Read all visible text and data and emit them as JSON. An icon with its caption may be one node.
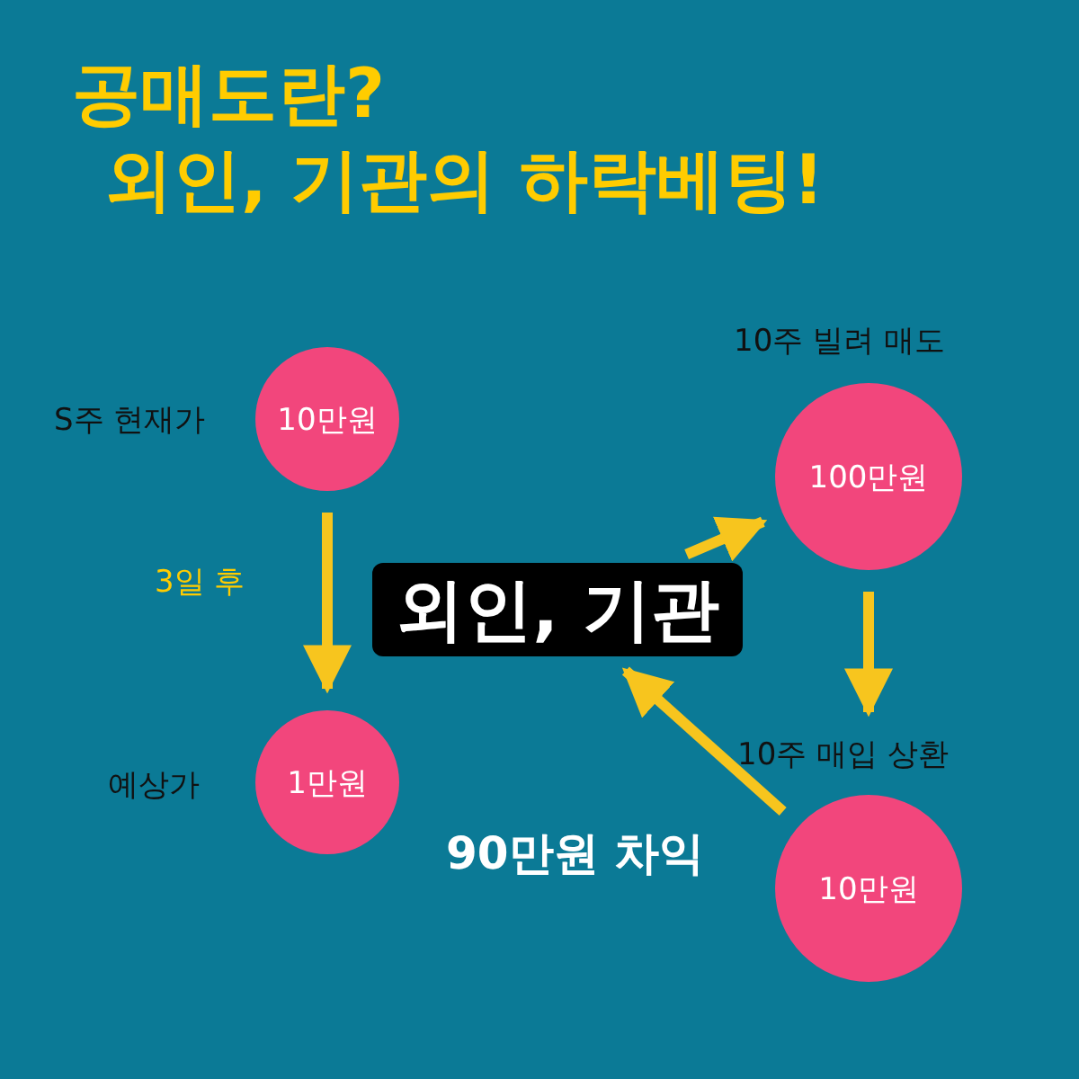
{
  "diagram": {
    "title": "공매도란? 외인, 기관의 하락베팅!",
    "nodes": [
      {
        "text": [
          "10만원"
        ],
        "beside": [
          "S주 현재가"
        ]
      },
      {
        "text": [
          "1만원"
        ],
        "beside": [
          "예상가"
        ]
      },
      {
        "text": [
          "외인, 기관"
        ]
      },
      {
        "text": [
          "100만원"
        ],
        "beside": [
          "10주 빌려 매도"
        ]
      },
      {
        "text": [
          "10만원"
        ],
        "beside": [
          "10주 매입 상환"
        ]
      }
    ],
    "edges": [
      {
        "from": 0,
        "to": 1,
        "arrow": "to",
        "label": "3일 후"
      },
      {
        "from": 2,
        "to": 3,
        "arrow": "to"
      },
      {
        "from": 3,
        "to": 4,
        "arrow": "to"
      },
      {
        "from": 4,
        "to": 2,
        "arrow": "to",
        "label": "90만원 차익"
      }
    ]
  }
}
